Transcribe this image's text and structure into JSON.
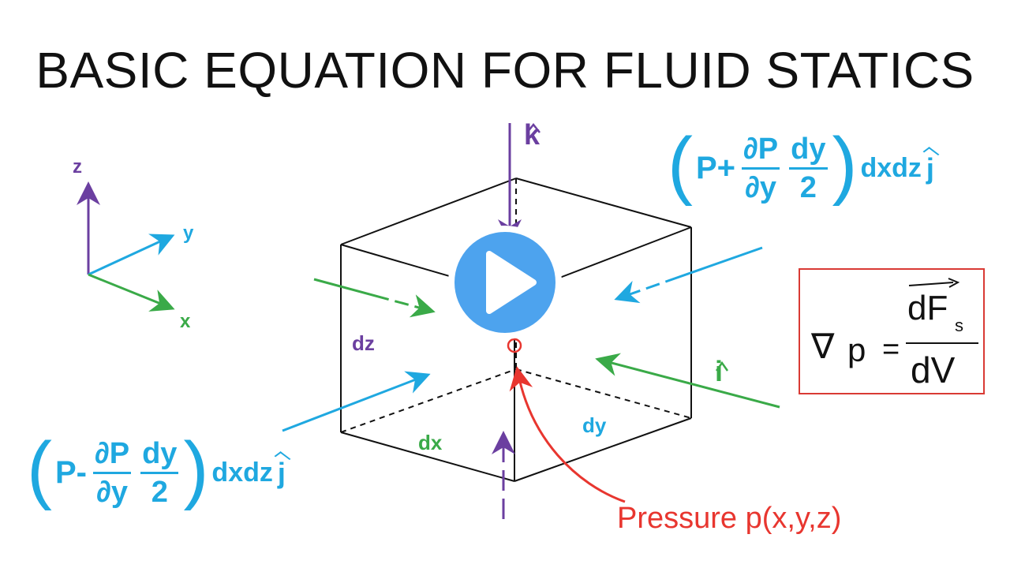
{
  "title": "BASIC EQUATION FOR FLUID STATICS",
  "axes": {
    "z": "z",
    "y": "y",
    "x": "x"
  },
  "dimensions": {
    "dz": "dz",
    "dx": "dx",
    "dy": "dy"
  },
  "unit_vectors": {
    "k": "k",
    "i": "i"
  },
  "pressure_label": "Pressure p(x,y,z)",
  "equations": {
    "top": {
      "P": "P+",
      "num": "∂P",
      "den": "∂y",
      "num2": "dy",
      "den2": "2",
      "tail": "dxdz",
      "unit": "j"
    },
    "bottom": {
      "P": "P-",
      "num": "∂P",
      "den": "∂y",
      "num2": "dy",
      "den2": "2",
      "tail": "dxdz",
      "unit": "j"
    }
  },
  "gradient": {
    "nabla": "∇",
    "p": "p",
    "eq": "=",
    "num": "dF",
    "sub": "s",
    "den": "dV"
  },
  "colors": {
    "purple": "#6b3fa0",
    "blue": "#1fa8e0",
    "green": "#3aaa48",
    "red": "#e8362f",
    "black": "#111111",
    "play": "#4da3ee"
  },
  "icons": {
    "play": "play-icon"
  }
}
